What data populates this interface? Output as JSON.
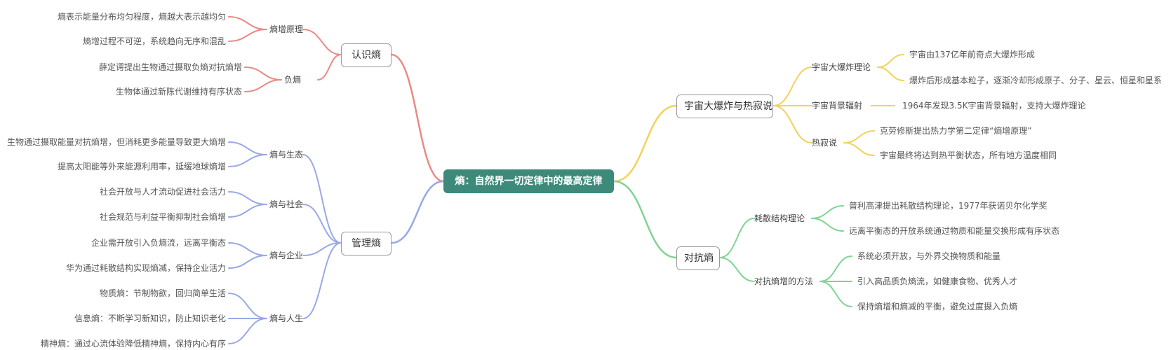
{
  "root": {
    "label": "熵：自然界一切定律中的最高定律"
  },
  "colors": {
    "red": "#e88a84",
    "blue": "#9aa8e6",
    "yellow": "#f2d25a",
    "green": "#7fd493",
    "root": "#3d8a7a"
  },
  "left": [
    {
      "label": "认识熵",
      "children": [
        {
          "label": "熵增原理",
          "items": [
            "熵表示能量分布均匀程度，熵越大表示越均匀",
            "熵增过程不可逆，系统趋向无序和混乱"
          ]
        },
        {
          "label": "负熵",
          "items": [
            "薛定谔提出生物通过摄取负熵对抗熵增",
            "生物体通过新陈代谢维持有序状态"
          ]
        }
      ]
    },
    {
      "label": "管理熵",
      "children": [
        {
          "label": "熵与生态",
          "items": [
            "生物通过摄取能量对抗熵增，但消耗更多能量导致更大熵增",
            "提高太阳能等外来能源利用率，延缓地球熵增"
          ]
        },
        {
          "label": "熵与社会",
          "items": [
            "社会开放与人才流动促进社会活力",
            "社会规范与利益平衡抑制社会熵增"
          ]
        },
        {
          "label": "熵与企业",
          "items": [
            "企业需开放引入负熵流，远离平衡态",
            "华为通过耗散结构实现熵减，保持企业活力"
          ]
        },
        {
          "label": "熵与人生",
          "items": [
            "物质熵：节制物欲，回归简单生活",
            "信息熵：不断学习新知识，防止知识老化",
            "精神熵：通过心流体验降低精神熵，保持内心有序"
          ]
        }
      ]
    }
  ],
  "right": [
    {
      "label": "宇宙大爆炸与热寂说",
      "children": [
        {
          "label": "宇宙大爆炸理论",
          "items": [
            "宇宙由137亿年前奇点大爆炸形成",
            "爆炸后形成基本粒子，逐渐冷却形成原子、分子、星云、恒星和星系"
          ]
        },
        {
          "label": "宇宙背景辐射",
          "items": [
            "1964年发现3.5K宇宙背景辐射，支持大爆炸理论"
          ]
        },
        {
          "label": "热寂说",
          "items": [
            "克劳修斯提出热力学第二定律“熵增原理”",
            "宇宙最终将达到热平衡状态，所有地方温度相同"
          ]
        }
      ]
    },
    {
      "label": "对抗熵",
      "children": [
        {
          "label": "耗散结构理论",
          "items": [
            "普利高津提出耗散结构理论，1977年获诺贝尔化学奖",
            "远离平衡态的开放系统通过物质和能量交换形成有序状态"
          ]
        },
        {
          "label": "对抗熵增的方法",
          "items": [
            "系统必须开放，与外界交换物质和能量",
            "引入高品质负熵流，如健康食物、优秀人才",
            "保持熵增和熵减的平衡，避免过度摄入负熵"
          ]
        }
      ]
    }
  ]
}
